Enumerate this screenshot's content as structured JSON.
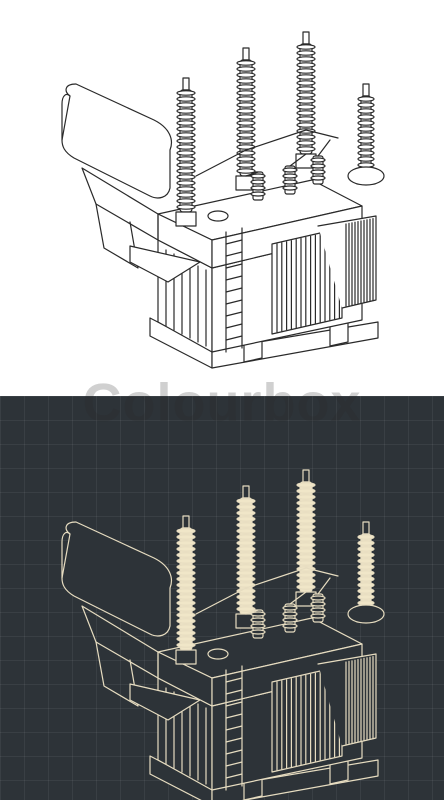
{
  "watermark": {
    "text": "Colourbox"
  },
  "colors": {
    "light_bg": "#ffffff",
    "light_stroke": "#2a2a2a",
    "light_fill": "#ffffff",
    "dark_bg": "#2d3338",
    "dark_stroke": "#e6dcc0",
    "dark_fill": "#2d3338",
    "dark_accent": "#f0e6c8"
  },
  "icons": [
    "power-transformer-illustration",
    "power-transformer-blueprint"
  ]
}
